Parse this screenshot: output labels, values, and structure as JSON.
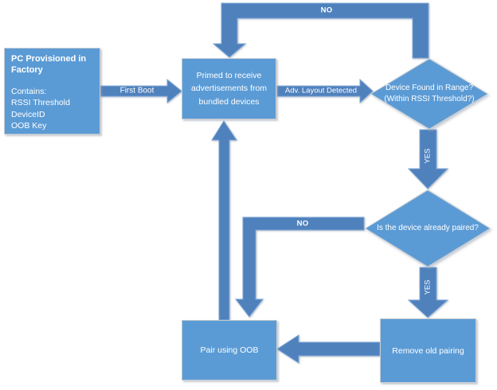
{
  "colors": {
    "node_fill": "#5b9bd5",
    "node_border": "#c6ccd2",
    "arrow_fill": "#4f81bd",
    "arrow_border": "#7ca6d8",
    "label_text": "#ffffff",
    "background": "#ffffff"
  },
  "nodes": {
    "factory": {
      "title": "PC Provisioned in Factory",
      "lines": [
        "Contains:",
        "RSSI Threshold",
        "DeviceID",
        "OOB Key"
      ]
    },
    "primed": {
      "label": "Primed to receive advertisements from bundled devices"
    },
    "device_found": {
      "lines": [
        "Device Found in Range?",
        "(Within RSSI Threshold?)"
      ]
    },
    "already_paired": {
      "label": "Is the device already paired?"
    },
    "pair_oob": {
      "label": "Pair using OOB"
    },
    "remove_pairing": {
      "label": "Remove old pairing"
    }
  },
  "edge_labels": {
    "first_boot": "First Boot",
    "adv_layout": "Adv. Layout Detected",
    "no_top": "NO",
    "no_mid": "NO",
    "yes_range": "YES",
    "yes_paired": "YES"
  }
}
